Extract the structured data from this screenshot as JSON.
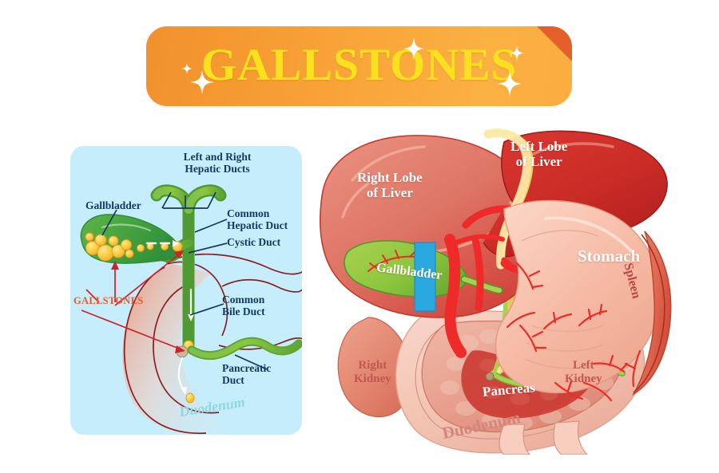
{
  "banner": {
    "title": "GALLSTONES",
    "colors": {
      "orange_light": "#f0912f",
      "orange": "#fbae3f",
      "fold": "#e4602a",
      "text": "#f9e11e"
    }
  },
  "diagram_panel": {
    "background": "#c6edfb",
    "labels": [
      {
        "id": "hepatic-ducts",
        "text_line1": "Left and Right",
        "text_line2": "Hepatic Ducts",
        "color": "#12395f"
      },
      {
        "id": "gallbladder",
        "text_line1": "Gallbladder",
        "color": "#12395f"
      },
      {
        "id": "common-hepatic-duct",
        "text_line1": "Common",
        "text_line2": "Hepatic Duct",
        "color": "#12395f"
      },
      {
        "id": "cystic-duct",
        "text_line1": "Cystic Duct",
        "color": "#12395f"
      },
      {
        "id": "gallstones",
        "text_line1": "GALLSTONES",
        "color": "#ea5a29"
      },
      {
        "id": "common-bile-duct",
        "text_line1": "Common",
        "text_line2": "Bile Duct",
        "color": "#12395f"
      },
      {
        "id": "pancreatic-duct",
        "text_line1": "Pancreatic",
        "text_line2": "Duct",
        "color": "#12395f"
      },
      {
        "id": "duodenum",
        "text_line1": "Duodenum",
        "color": "#8fd8e0"
      }
    ]
  },
  "anatomy": {
    "labels": [
      {
        "id": "right-lobe-of-liver",
        "text_line1": "Right Lobe",
        "text_line2": "of Liver",
        "color": "#ffffff"
      },
      {
        "id": "left-lobe-of-liver",
        "text_line1": "Left Lobe",
        "text_line2": "of Liver",
        "color": "#ffffff"
      },
      {
        "id": "gallbladder",
        "text_line1": "Gallbladder",
        "color": "#ffffff"
      },
      {
        "id": "stomach",
        "text_line1": "Stomach",
        "color": "#ffffff"
      },
      {
        "id": "spleen",
        "text_line1": "Spleen",
        "color": "#b9483f"
      },
      {
        "id": "pancreas",
        "text_line1": "Pancreas",
        "color": "#ffffff"
      },
      {
        "id": "duodenum",
        "text_line1": "Duodenum",
        "color": "#d4867c"
      },
      {
        "id": "right-kidney",
        "text_line1": "Right",
        "text_line2": "Kidney",
        "color": "#c0584f"
      },
      {
        "id": "left-kidney",
        "text_line1": "Left",
        "text_line2": "Kidney",
        "color": "#c0584f"
      }
    ],
    "colors": {
      "liver_right": "#e08070",
      "liver_left": "#cf2f2a",
      "gallbladder_green": "#8cc63f",
      "stomach": "#f5b9a6",
      "spleen": "#e2725b",
      "pancreas": "#e8a396",
      "duodenum": "#f2c4b6",
      "kidney": "#e0836f",
      "artery_red": "#ee2b28",
      "vein_blue": "#29a9e0",
      "bile_yellow": "#f5d76e"
    }
  }
}
